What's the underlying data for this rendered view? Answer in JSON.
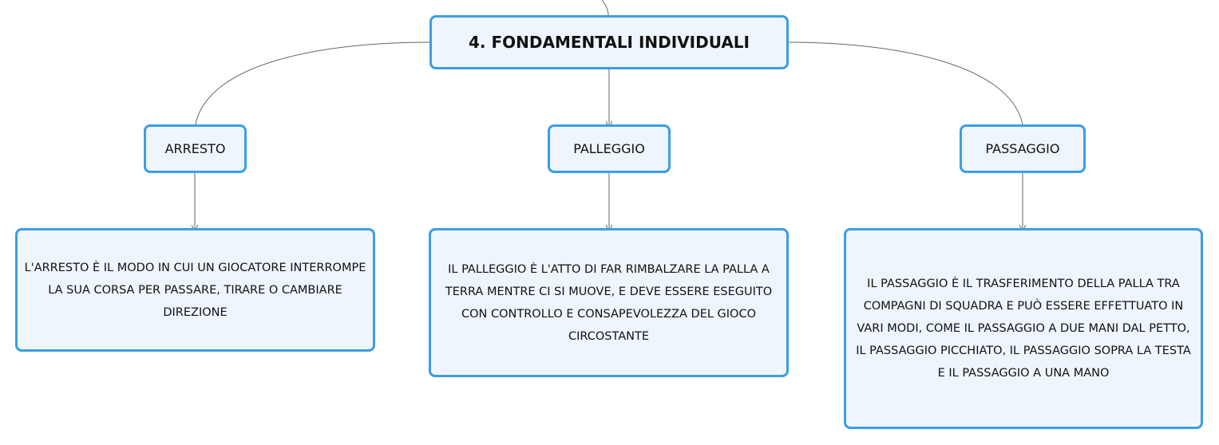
{
  "root": {
    "label": "4. FONDAMENTALI INDIVIDUALI"
  },
  "branches": [
    {
      "label": "ARRESTO",
      "description": "L'ARRESTO È IL MODO IN CUI UN GIOCATORE INTERROMPE LA SUA CORSA PER PASSARE, TIRARE O CAMBIARE DIREZIONE"
    },
    {
      "label": "PALLEGGIO",
      "description": "IL PALLEGGIO È L'ATTO DI FAR RIMBALZARE LA PALLA A TERRA MENTRE CI SI MUOVE, E DEVE ESSERE ESEGUITO CON CONTROLLO E CONSAPEVOLEZZA DEL GIOCO CIRCOSTANTE"
    },
    {
      "label": "PASSAGGIO",
      "description": "IL PASSAGGIO È IL TRASFERIMENTO DELLA PALLA TRA COMPAGNI DI SQUADRA E PUÒ ESSERE EFFETTUATO IN VARI MODI, COME IL PASSAGGIO A DUE MANI DAL PETTO, IL PASSAGGIO PICCHIATO, IL PASSAGGIO SOPRA LA TESTA E IL PASSAGGIO A UNA MANO"
    }
  ],
  "colors": {
    "node_border": "#3d9ee3",
    "node_fill": "#eef5fc",
    "connector": "#666666",
    "text": "#111111"
  }
}
